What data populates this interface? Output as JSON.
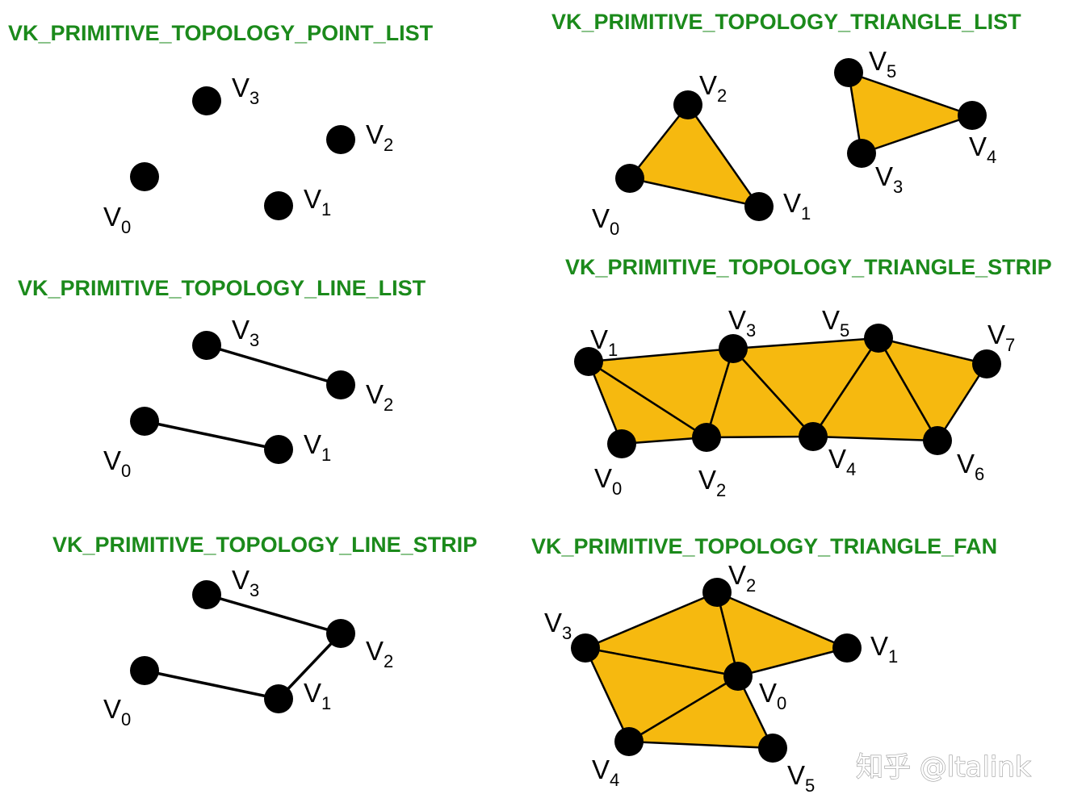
{
  "colors": {
    "title": "#1b8a1b",
    "fill": "#f6b90f",
    "stroke": "#000000",
    "vertex": "#000000"
  },
  "panels": [
    {
      "id": "point-list",
      "title": "VK_PRIMITIVE_TOPOLOGY_POINT_LIST",
      "vertex_labels": [
        "V0",
        "V1",
        "V2",
        "V3"
      ]
    },
    {
      "id": "triangle-list",
      "title": "VK_PRIMITIVE_TOPOLOGY_TRIANGLE_LIST",
      "vertex_labels": [
        "V0",
        "V1",
        "V2",
        "V3",
        "V4",
        "V5"
      ]
    },
    {
      "id": "line-list",
      "title": "VK_PRIMITIVE_TOPOLOGY_LINE_LIST",
      "vertex_labels": [
        "V0",
        "V1",
        "V2",
        "V3"
      ]
    },
    {
      "id": "triangle-strip",
      "title": "VK_PRIMITIVE_TOPOLOGY_TRIANGLE_STRIP",
      "vertex_labels": [
        "V0",
        "V1",
        "V2",
        "V3",
        "V4",
        "V5",
        "V6",
        "V7"
      ]
    },
    {
      "id": "line-strip",
      "title": "VK_PRIMITIVE_TOPOLOGY_LINE_STRIP",
      "vertex_labels": [
        "V0",
        "V1",
        "V2",
        "V3"
      ]
    },
    {
      "id": "triangle-fan",
      "title": "VK_PRIMITIVE_TOPOLOGY_TRIANGLE_FAN",
      "vertex_labels": [
        "V0",
        "V1",
        "V2",
        "V3",
        "V4",
        "V5"
      ]
    }
  ],
  "watermark": "知乎 @ltalink"
}
